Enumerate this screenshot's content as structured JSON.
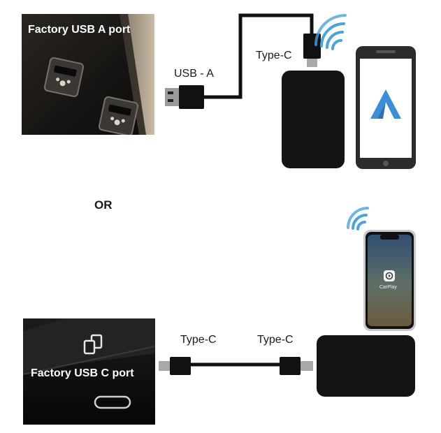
{
  "top_section": {
    "photo_label": "Factory USB A port",
    "cable_left_label": "USB - A",
    "cable_right_label": "Type-C"
  },
  "divider": {
    "label": "OR"
  },
  "bottom_section": {
    "photo_label": "Factory USB C port",
    "cable_left_label": "Type-C",
    "cable_right_label": "Type-C",
    "phone_app_label": "CarPlay"
  },
  "colors": {
    "cable": "#111111",
    "adapter": "#141414",
    "wifi_blue": "#4aa3e0",
    "android_auto_blue": "#3b8fd9"
  }
}
